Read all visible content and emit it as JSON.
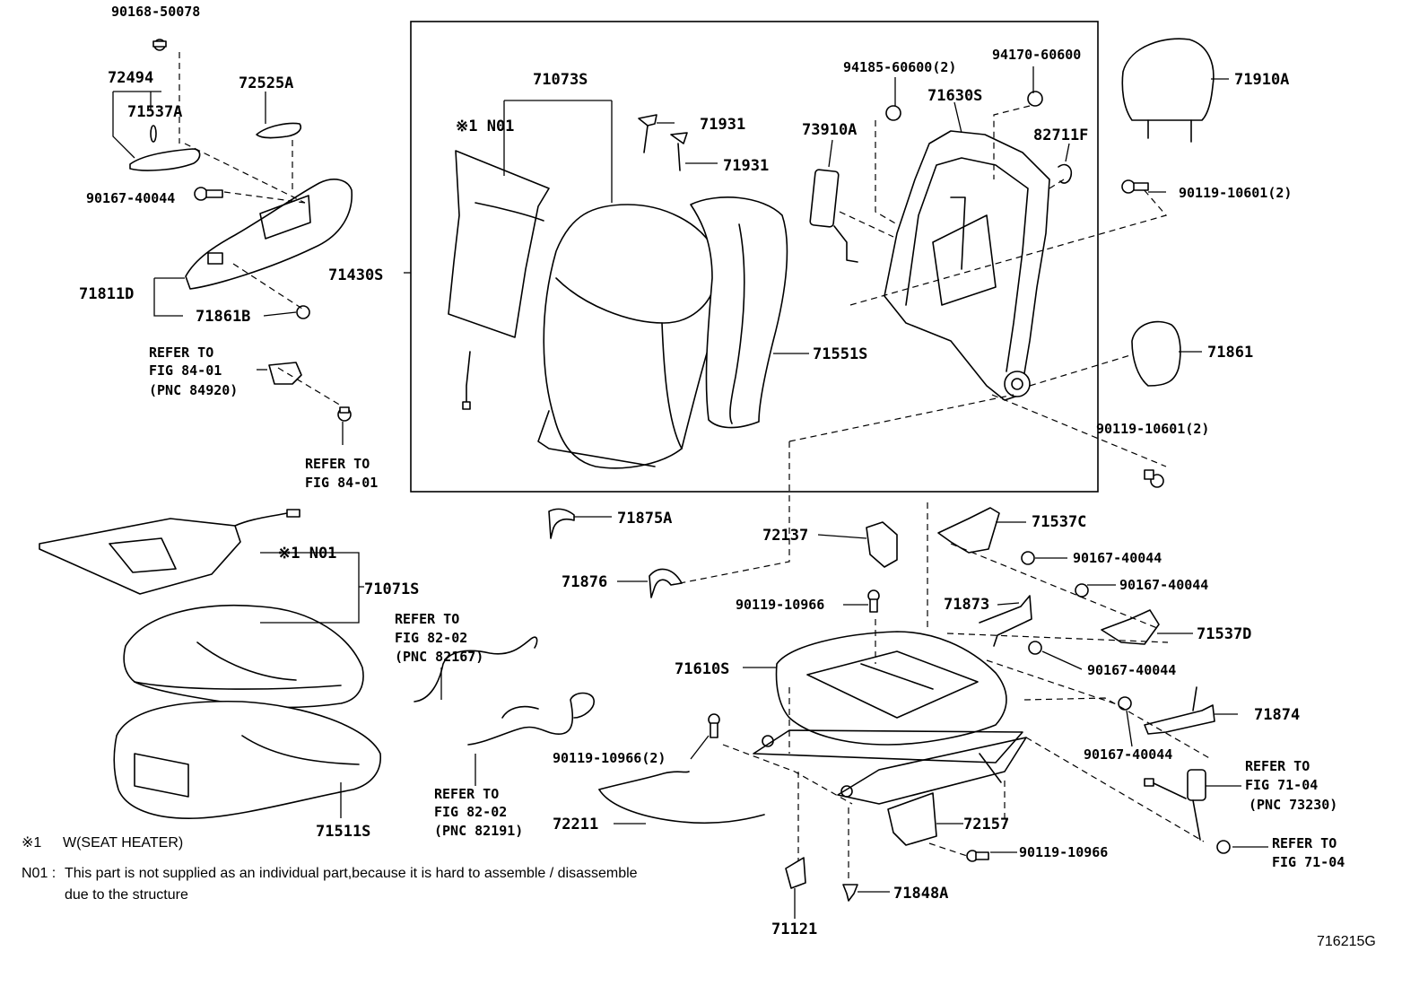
{
  "diagram": {
    "labels": [
      {
        "id": "l1",
        "text": "90168-50078"
      },
      {
        "id": "l2",
        "text": "72494"
      },
      {
        "id": "l3",
        "text": "71537A"
      },
      {
        "id": "l4",
        "text": "72525A"
      },
      {
        "id": "l5",
        "text": "90167-40044"
      },
      {
        "id": "l6",
        "text": "71811D"
      },
      {
        "id": "l7",
        "text": "71861B"
      },
      {
        "id": "l8a",
        "text": "REFER TO"
      },
      {
        "id": "l8b",
        "text": "FIG 84-01"
      },
      {
        "id": "l8c",
        "text": "(PNC 84920)"
      },
      {
        "id": "l9a",
        "text": "REFER TO"
      },
      {
        "id": "l9b",
        "text": "FIG 84-01"
      },
      {
        "id": "l10",
        "text": "71073S"
      },
      {
        "id": "l11",
        "text": "※1 N01"
      },
      {
        "id": "l12",
        "text": "71931"
      },
      {
        "id": "l13",
        "text": "71931"
      },
      {
        "id": "l14",
        "text": "71430S"
      },
      {
        "id": "l15",
        "text": "71551S"
      },
      {
        "id": "l16",
        "text": "94185-60600(2)"
      },
      {
        "id": "l17",
        "text": "71630S"
      },
      {
        "id": "l18",
        "text": "94170-60600"
      },
      {
        "id": "l19",
        "text": "73910A"
      },
      {
        "id": "l20",
        "text": "82711F"
      },
      {
        "id": "l21",
        "text": "71910A"
      },
      {
        "id": "l22",
        "text": "90119-10601(2)"
      },
      {
        "id": "l23",
        "text": "71861"
      },
      {
        "id": "l24",
        "text": "90119-10601(2)"
      },
      {
        "id": "l25",
        "text": "71875A"
      },
      {
        "id": "l26",
        "text": "71876"
      },
      {
        "id": "l27",
        "text": "72137"
      },
      {
        "id": "l28",
        "text": "90119-10966"
      },
      {
        "id": "l29",
        "text": "71537C"
      },
      {
        "id": "l30",
        "text": "90167-40044"
      },
      {
        "id": "l31",
        "text": "90167-40044"
      },
      {
        "id": "l32",
        "text": "71873"
      },
      {
        "id": "l33",
        "text": "71537D"
      },
      {
        "id": "l34",
        "text": "90167-40044"
      },
      {
        "id": "l35",
        "text": "71610S"
      },
      {
        "id": "l36",
        "text": "71874"
      },
      {
        "id": "l37",
        "text": "90167-40044"
      },
      {
        "id": "l38",
        "text": "※1 N01"
      },
      {
        "id": "l39",
        "text": "71071S"
      },
      {
        "id": "l40a",
        "text": "REFER TO"
      },
      {
        "id": "l40b",
        "text": "FIG 82-02"
      },
      {
        "id": "l40c",
        "text": "(PNC 82167)"
      },
      {
        "id": "l41a",
        "text": "REFER TO"
      },
      {
        "id": "l41b",
        "text": "FIG 82-02"
      },
      {
        "id": "l41c",
        "text": "(PNC 82191)"
      },
      {
        "id": "l42",
        "text": "90119-10966(2)"
      },
      {
        "id": "l43",
        "text": "72211"
      },
      {
        "id": "l44",
        "text": "71511S"
      },
      {
        "id": "l45",
        "text": "72157"
      },
      {
        "id": "l46",
        "text": "90119-10966"
      },
      {
        "id": "l47",
        "text": "71848A"
      },
      {
        "id": "l48",
        "text": "71121"
      },
      {
        "id": "l49a",
        "text": "REFER TO"
      },
      {
        "id": "l49b",
        "text": "FIG 71-04"
      },
      {
        "id": "l49c",
        "text": "(PNC 73230)"
      },
      {
        "id": "l50a",
        "text": "REFER TO"
      },
      {
        "id": "l50b",
        "text": "FIG 71-04"
      }
    ],
    "notes": {
      "note1_mark": "※1",
      "note1_text": "W(SEAT  HEATER)",
      "note2_mark": "N01 :",
      "note2_line1": "This part is not supplied as an individual part,because it is hard to assemble / disassemble",
      "note2_line2": "due to the structure"
    },
    "figure_code": "716215G"
  }
}
